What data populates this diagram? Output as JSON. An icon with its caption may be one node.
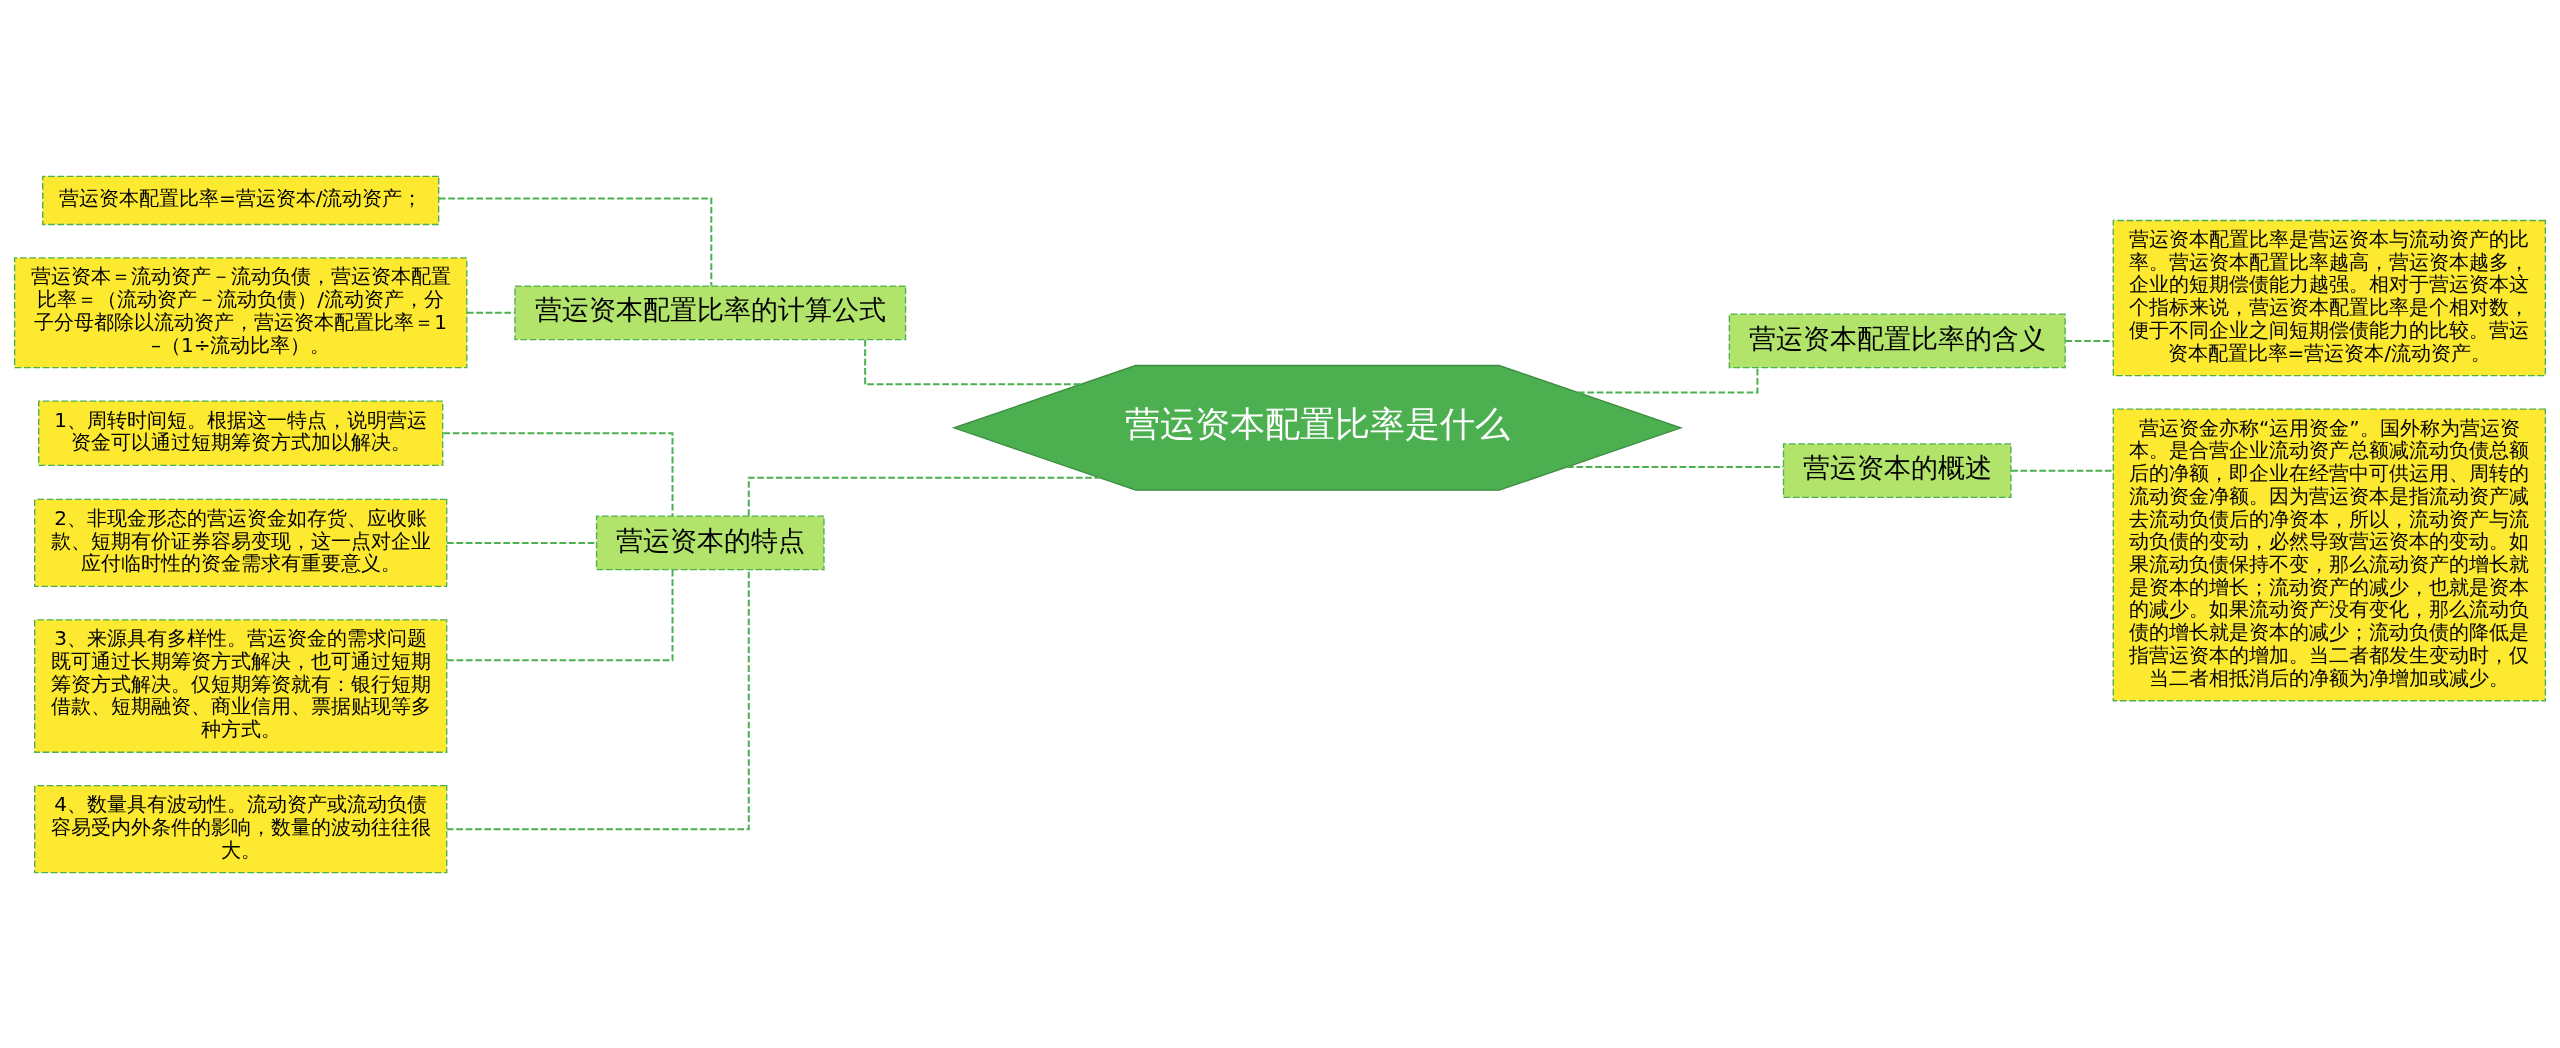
{
  "diagram": {
    "nodes": [
      {
        "text": [
          "营运资本配置比率是什么"
        ]
      },
      {
        "text": [
          "营运资本配置比率的计算公式"
        ]
      },
      {
        "text": [
          "营运资本配置比率=营运资本/流动资产；"
        ]
      },
      {
        "text": [
          "营运资本＝流动资产－流动负债，营运资本配置比率＝（流动资产－流动负债）/流动资产，分子分母都除以流动资产，营运资本配置比率＝1–（1÷流动比率）。"
        ]
      },
      {
        "text": [
          "营运资本的特点"
        ]
      },
      {
        "text": [
          "1、周转时间短。根据这一特点，说明营运资金可以通过短期筹资方式加以解决。"
        ]
      },
      {
        "text": [
          "2、非现金形态的营运资金如存货、应收账款、短期有价证券容易变现，这一点对企业应付临时性的资金需求有重要意义。"
        ]
      },
      {
        "text": [
          "3、来源具有多样性。营运资金的需求问题既可通过长期筹资方式解决，也可通过短期筹资方式解决。仅短期筹资就有：银行短期借款、短期融资、商业信用、票据贴现等多种方式。"
        ]
      },
      {
        "text": [
          "4、数量具有波动性。流动资产或流动负债容易受内外条件的影响，数量的波动往往很大。"
        ]
      },
      {
        "text": [
          "营运资本配置比率的含义"
        ]
      },
      {
        "text": [
          "营运资本配置比率是营运资本与流动资产的比率。营运资本配置比率越高，营运资本越多，企业的短期偿债能力越强。相对于营运资本这个指标来说，营运资本配置比率是个相对数，便于不同企业之间短期偿债能力的比较。营运资本配置比率=营运资本/流动资产。"
        ]
      },
      {
        "text": [
          "营运资本的概述"
        ]
      },
      {
        "text": [
          "营运资金亦称“运用资金”。国外称为营运资本。是合营企业流动资产总额减流动负债总额后的净额，即企业在经营中可供运用、周转的流动资金净额。因为营运资本是指流动资产减去流动负债后的净资本，所以，流动资产与流动负债的变动，必然导致营运资本的变动。如果流动负债保持不变，那么流动资产的增长就是资本的增长；流动资产的减少，也就是资本的减少。如果流动资产没有变化，那么流动负债的增长就是资本的减少；流动负债的降低是指营运资本的增加。当二者都发生变动时，仅当二者相抵消后的净额为净增加或减少。"
        ]
      }
    ],
    "edges": [
      {
        "from": 0,
        "to": 1,
        "arrow": "none",
        "style": "dashed"
      },
      {
        "from": 1,
        "to": 2,
        "arrow": "none",
        "style": "dashed"
      },
      {
        "from": 1,
        "to": 3,
        "arrow": "none",
        "style": "dashed"
      },
      {
        "from": 0,
        "to": 4,
        "arrow": "none",
        "style": "dashed"
      },
      {
        "from": 4,
        "to": 5,
        "arrow": "none",
        "style": "dashed"
      },
      {
        "from": 4,
        "to": 6,
        "arrow": "none",
        "style": "dashed"
      },
      {
        "from": 4,
        "to": 7,
        "arrow": "none",
        "style": "dashed"
      },
      {
        "from": 4,
        "to": 8,
        "arrow": "none",
        "style": "dashed"
      },
      {
        "from": 0,
        "to": 9,
        "arrow": "none",
        "style": "dashed"
      },
      {
        "from": 9,
        "to": 10,
        "arrow": "none",
        "style": "dashed"
      },
      {
        "from": 0,
        "to": 11,
        "arrow": "none",
        "style": "dashed"
      },
      {
        "from": 11,
        "to": 12,
        "arrow": "none",
        "style": "dashed"
      }
    ]
  }
}
